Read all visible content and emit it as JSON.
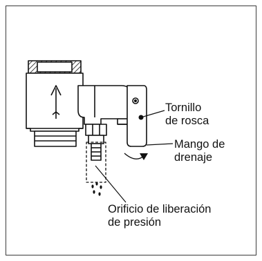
{
  "figure": {
    "labels": {
      "screw_line1": "Tornillo",
      "screw_line2": "de rosca",
      "handle_line1": "Mango de",
      "handle_line2": "drenaje",
      "orifice_line1": "Orificio de liberación",
      "orifice_line2": "de presión"
    },
    "icons": [
      "valve-body",
      "flow-direction-arrow",
      "drain-handle",
      "rotation-arrow",
      "drain-pipe",
      "water-drops"
    ],
    "colors": {
      "line": "#111111",
      "frame": "#3a3a3a",
      "background": "#ffffff"
    }
  }
}
